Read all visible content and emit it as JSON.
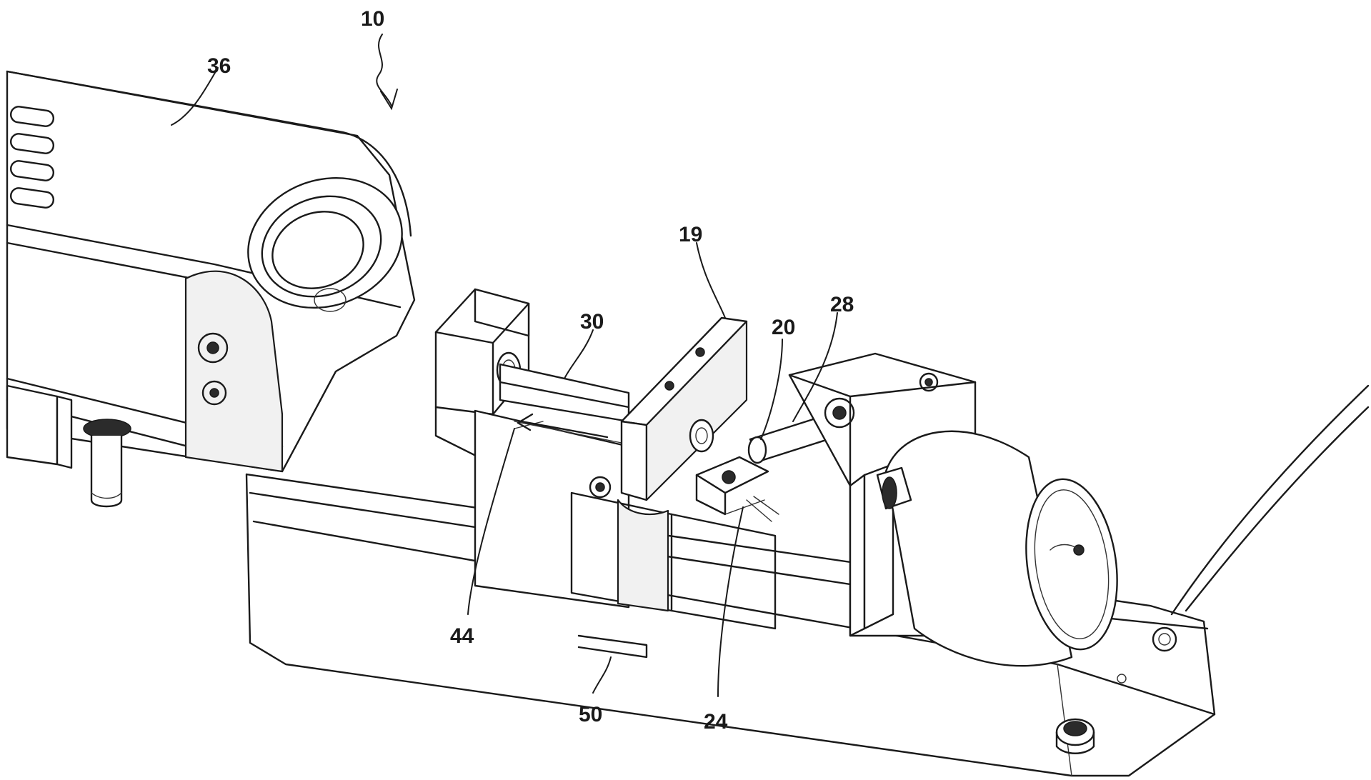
{
  "figure": {
    "reference_numerals": [
      "10",
      "36",
      "19",
      "30",
      "20",
      "28",
      "44",
      "50",
      "24"
    ]
  }
}
